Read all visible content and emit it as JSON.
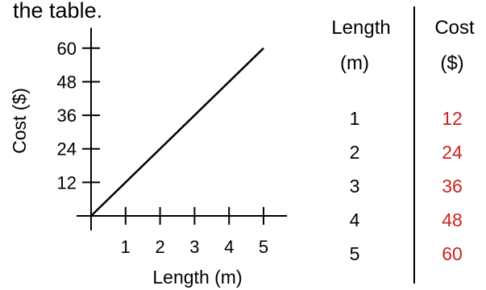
{
  "caption_fragment": "the table.",
  "chart_data": {
    "type": "line",
    "title": "",
    "xlabel": "Length (m)",
    "ylabel": "Cost ($)",
    "xlim": [
      0,
      5.4
    ],
    "ylim": [
      0,
      65
    ],
    "x_ticks": [
      1,
      2,
      3,
      4,
      5
    ],
    "y_ticks": [
      12,
      24,
      36,
      48,
      60
    ],
    "series": [
      {
        "x": [
          0,
          5
        ],
        "y": [
          0,
          60
        ],
        "color": "#000000"
      }
    ],
    "grid": false,
    "legend": "none"
  },
  "table": {
    "headers": [
      {
        "line1": "Length",
        "line2": "(m)"
      },
      {
        "line1": "Cost",
        "line2": "($)"
      }
    ],
    "rows": [
      {
        "length": "1",
        "cost": "12"
      },
      {
        "length": "2",
        "cost": "24"
      },
      {
        "length": "3",
        "cost": "36"
      },
      {
        "length": "4",
        "cost": "48"
      },
      {
        "length": "5",
        "cost": "60"
      }
    ],
    "cost_color": "#cc2222"
  }
}
